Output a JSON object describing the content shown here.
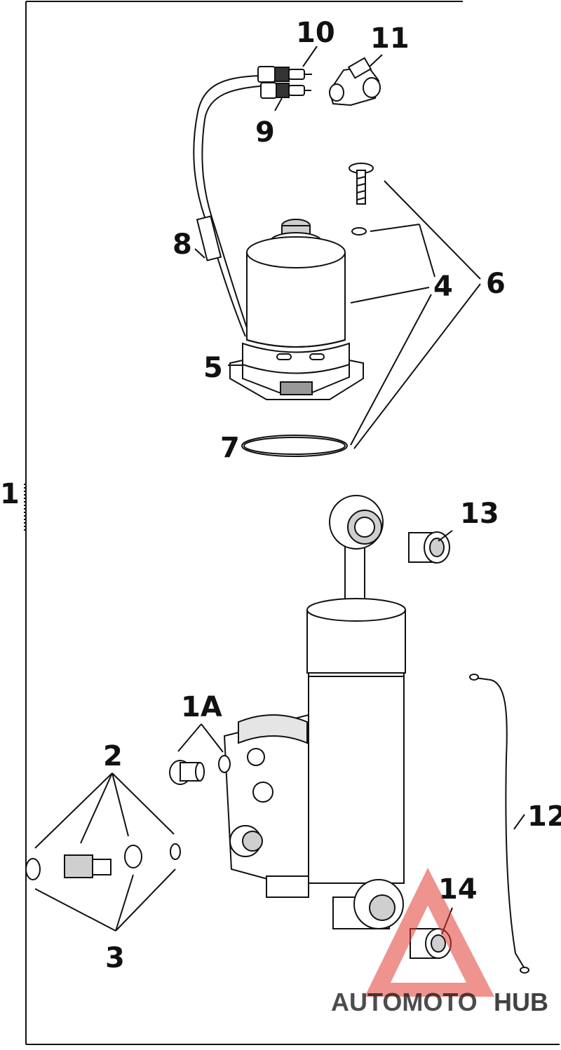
{
  "diagram": {
    "callouts": {
      "c1": "1",
      "c1a": "1A",
      "c2": "2",
      "c3": "3",
      "c4": "4",
      "c5": "5",
      "c6": "6",
      "c7": "7",
      "c8": "8",
      "c9": "9",
      "c10": "10",
      "c11": "11",
      "c12": "12",
      "c13": "13",
      "c14": "14"
    }
  },
  "watermark": {
    "part1": "AUTOMOTO",
    "part2": "HUB",
    "color_primary": "#f5a623",
    "color_secondary": "#e03a32",
    "color_tertiary": "#7a7a7a"
  },
  "colors": {
    "line": "#111111",
    "shade": "#cfcfcf",
    "background": "#ffffff"
  }
}
